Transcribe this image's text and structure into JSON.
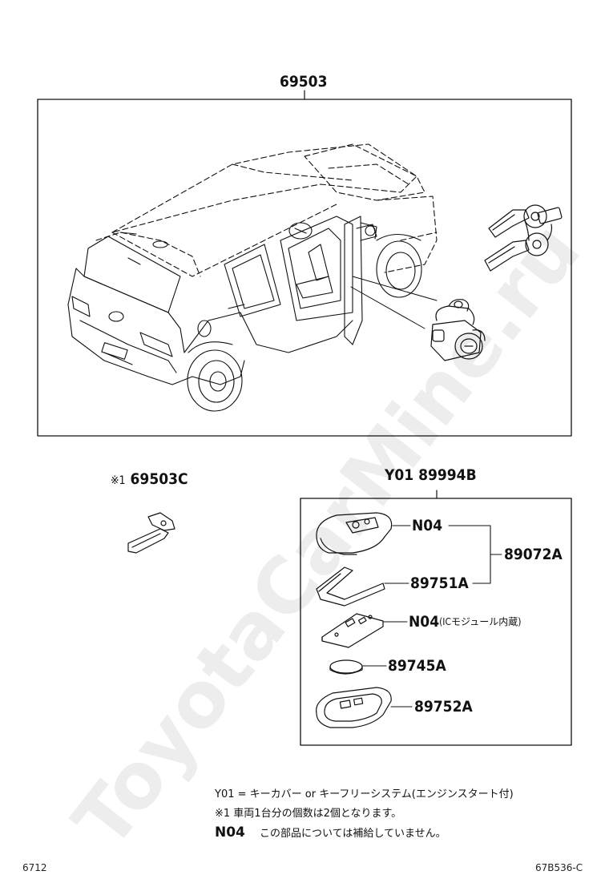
{
  "watermark": "ToyotaCarMine.ru",
  "parts": {
    "assembly": "69503",
    "key_blank": {
      "mark": "※1",
      "number": "69503C"
    },
    "smart_key_set": "Y01 89994B",
    "n04_cover": "N04",
    "transmitter_assy": "89072A",
    "gasket": "89751A",
    "module": {
      "code": "N04",
      "remark": "(ICモジュール内蔵)"
    },
    "battery": "89745A",
    "case": "89752A"
  },
  "notes": {
    "y01": "Y01 = キーカバー or キーフリーシステム(エンジンスタート付)",
    "mark1": "※1 車両1台分の個数は2個となります。",
    "n04_key": "N04",
    "n04_text": "この部品については補給していません。"
  },
  "footer": {
    "left": "6712",
    "right": "67B536-C"
  }
}
